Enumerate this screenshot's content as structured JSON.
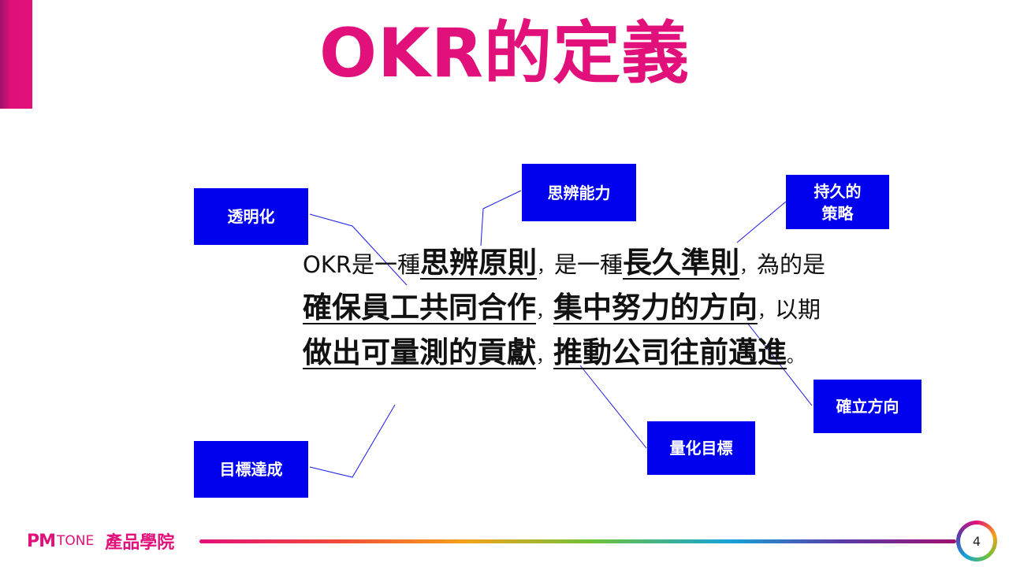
{
  "title": "OKR的定義",
  "callouts": {
    "transparent": "透明化",
    "critical_thinking": "思辨能力",
    "lasting_strategy_line1": "持久的",
    "lasting_strategy_line2": "策略",
    "set_direction": "確立方向",
    "quantify_goals": "量化目標",
    "goal_achievement": "目標達成"
  },
  "definition": {
    "s1": "OKR是一種",
    "h1": "思辨原則",
    "p1": "，",
    "s2": "是一種",
    "h2": "長久準則",
    "p2": "，",
    "s3": "為的是",
    "h3": "確保員工共同合作",
    "p3": "，",
    "h4": "集中努力的方向",
    "p4": "，",
    "s5": "以期",
    "h5": "做出可量測的貢獻",
    "p5": "，",
    "h6": "推動公司往前邁進",
    "p6": "。"
  },
  "footer": {
    "logo_pm": "PM",
    "logo_tone": "TONE",
    "logo_school": "產品學院",
    "page_number": "4"
  },
  "colors": {
    "accent": "#e2107a",
    "callout_bg": "#0000ee",
    "connector": "#1a1aee"
  }
}
